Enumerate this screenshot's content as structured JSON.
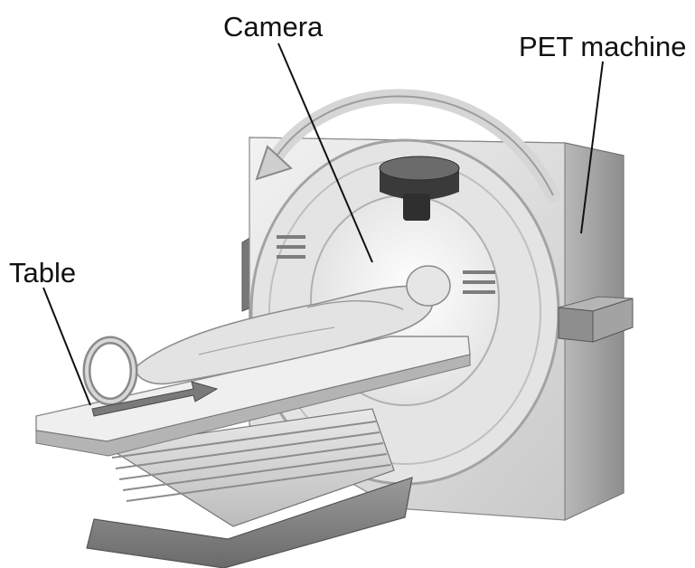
{
  "labels": {
    "camera": "Camera",
    "pet_machine": "PET machine",
    "table": "Table"
  },
  "icons": {
    "rotation_arrow": "curved-arrow-icon",
    "table_direction_arrow": "arrow-right-icon"
  }
}
